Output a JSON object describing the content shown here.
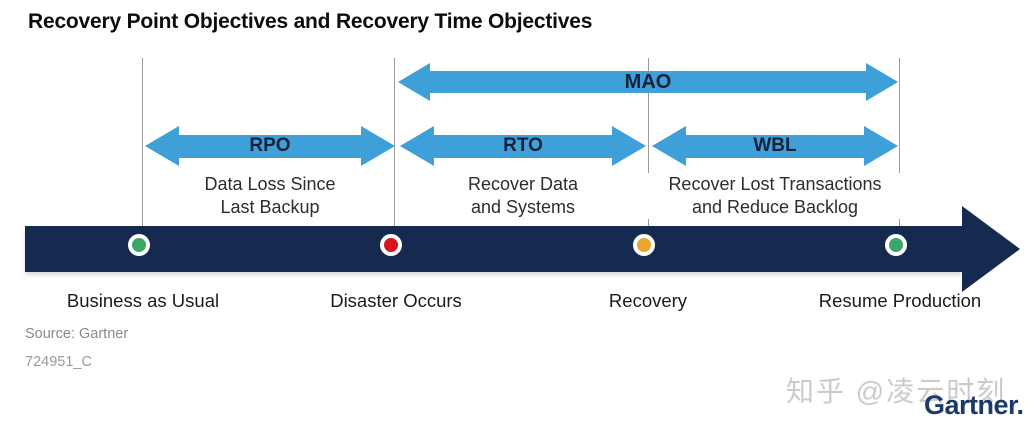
{
  "title": "Recovery Point Objectives and Recovery Time Objectives",
  "colors": {
    "arrow_blue": "#3f9fd8",
    "timeline_navy": "#16294e",
    "arrow_label_navy": "#17223a",
    "brand_navy": "#1b3a6b",
    "milestone_green": "#3aa768",
    "milestone_red": "#d8161d",
    "milestone_orange": "#eda42a"
  },
  "diagram": {
    "mao": {
      "label": "MAO"
    },
    "spans": [
      {
        "label": "RPO",
        "desc_line1": "Data Loss Since",
        "desc_line2": "Last Backup"
      },
      {
        "label": "RTO",
        "desc_line1": "Recover Data",
        "desc_line2": "and Systems"
      },
      {
        "label": "WBL",
        "desc_line1": "Recover Lost Transactions",
        "desc_line2": "and Reduce Backlog"
      }
    ],
    "milestones": [
      {
        "label": "Business as Usual",
        "color": "#3aa768"
      },
      {
        "label": "Disaster Occurs",
        "color": "#d8161d"
      },
      {
        "label": "Recovery",
        "color": "#eda42a"
      },
      {
        "label": "Resume Production",
        "color": "#3aa768"
      }
    ]
  },
  "footer": {
    "source": "Source: Gartner",
    "doc_id": "724951_C"
  },
  "watermark": "知乎 @凌云时刻",
  "brand": "Gartner."
}
